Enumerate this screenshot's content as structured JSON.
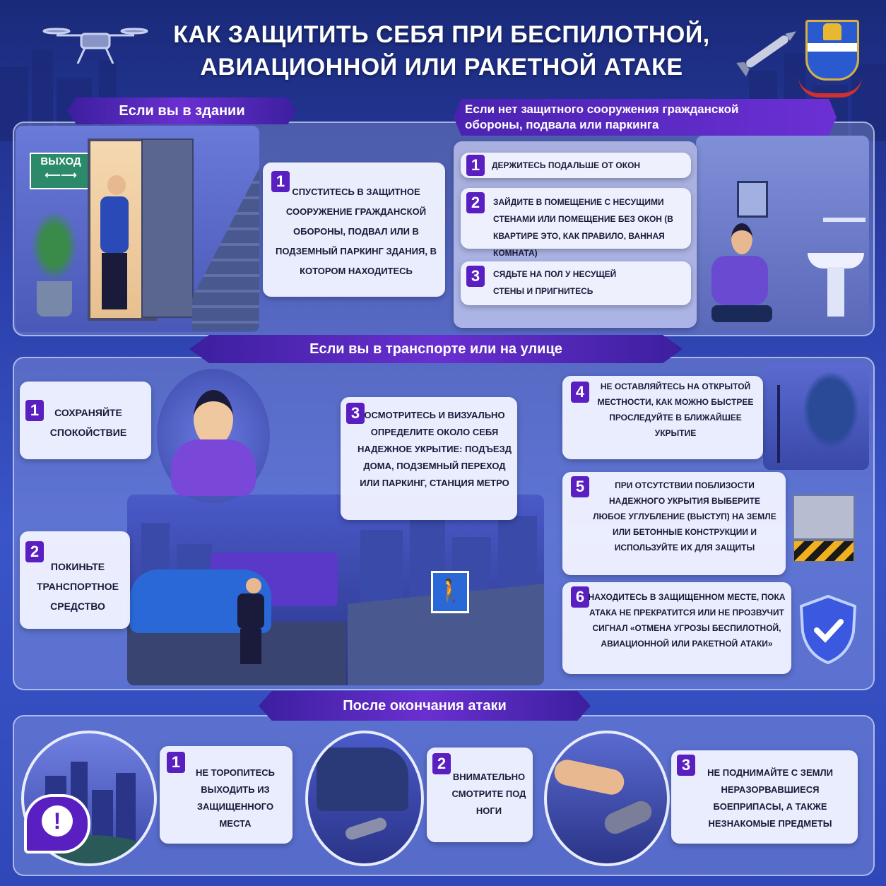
{
  "title_line1": "КАК ЗАЩИТИТЬ СЕБЯ ПРИ БЕСПИЛОТНОЙ,",
  "title_line2": "АВИАЦИОННОЙ ИЛИ РАКЕТНОЙ АТАКЕ",
  "exit_sign": "ВЫХОД",
  "section_building": {
    "title": "Если вы в здании",
    "step": {
      "num": "1",
      "text": "СПУСТИТЕСЬ В ЗАЩИТНОЕ СООРУЖЕНИЕ ГРАЖДАНСКОЙ ОБОРОНЫ, ПОДВАЛ ИЛИ В ПОДЗЕМНЫЙ ПАРКИНГ ЗДАНИЯ, В КОТОРОМ НАХОДИТЕСЬ"
    }
  },
  "section_noshelter": {
    "title_line1": "Если нет защитного сооружения гражданской",
    "title_line2": "обороны, подвала или паркинга",
    "steps": [
      {
        "num": "1",
        "text": "ДЕРЖИТЕСЬ ПОДАЛЬШЕ ОТ ОКОН"
      },
      {
        "num": "2",
        "text": "ЗАЙДИТЕ В ПОМЕЩЕНИЕ С НЕСУЩИМИ СТЕНАМИ ИЛИ ПОМЕЩЕНИЕ БЕЗ ОКОН (В КВАРТИРЕ ЭТО, КАК ПРАВИЛО, ВАННАЯ КОМНАТА)"
      },
      {
        "num": "3",
        "text": "СЯДЬТЕ НА ПОЛ У НЕСУЩЕЙ СТЕНЫ И ПРИГНИТЕСЬ"
      }
    ]
  },
  "section_street": {
    "title": "Если вы в транспорте или на улице",
    "steps": [
      {
        "num": "1",
        "text": "СОХРАНЯЙТЕ СПОКОЙСТВИЕ"
      },
      {
        "num": "2",
        "text": "ПОКИНЬТЕ ТРАНСПОРТНОЕ СРЕДСТВО"
      },
      {
        "num": "3",
        "text": "ОСМОТРИТЕСЬ И ВИЗУАЛЬНО ОПРЕДЕЛИТЕ ОКОЛО СЕБЯ НАДЕЖНОЕ УКРЫТИЕ: ПОДЪЕЗД ДОМА, ПОДЗЕМНЫЙ ПЕРЕХОД ИЛИ ПАРКИНГ, СТАНЦИЯ МЕТРО"
      },
      {
        "num": "4",
        "text": "НЕ ОСТАВЛЯЙТЕСЬ НА ОТКРЫТОЙ МЕСТНОСТИ, КАК МОЖНО БЫСТРЕЕ ПРОСЛЕДУЙТЕ В БЛИЖАЙШЕЕ УКРЫТИЕ"
      },
      {
        "num": "5",
        "text": "ПРИ ОТСУТСТВИИ ПОБЛИЗОСТИ НАДЕЖНОГО УКРЫТИЯ ВЫБЕРИТЕ ЛЮБОЕ УГЛУБЛЕНИЕ (ВЫСТУП) НА ЗЕМЛЕ ИЛИ БЕТОННЫЕ КОНСТРУКЦИИ И ИСПОЛЬЗУЙТЕ ИХ ДЛЯ ЗАЩИТЫ"
      },
      {
        "num": "6",
        "text": "НАХОДИТЕСЬ В ЗАЩИЩЕННОМ МЕСТЕ, ПОКА АТАКА НЕ ПРЕКРАТИТСЯ ИЛИ НЕ ПРОЗВУЧИТ СИГНАЛ «ОТМЕНА УГРОЗЫ БЕСПИЛОТНОЙ, АВИАЦИОННОЙ ИЛИ РАКЕТНОЙ АТАКИ»"
      }
    ]
  },
  "section_after": {
    "title": "После окончания атаки",
    "steps": [
      {
        "num": "1",
        "text": "НЕ ТОРОПИТЕСЬ ВЫХОДИТЬ ИЗ ЗАЩИЩЕННОГО МЕСТА"
      },
      {
        "num": "2",
        "text": "ВНИМАТЕЛЬНО СМОТРИТЕ ПОД НОГИ"
      },
      {
        "num": "3",
        "text": "НЕ ПОДНИМАЙТЕ С ЗЕМЛИ НЕРАЗОРВАВШИЕСЯ БОЕПРИПАСЫ, А ТАКЖЕ НЕЗНАКОМЫЕ ПРЕДМЕТЫ"
      }
    ]
  },
  "colors": {
    "accent": "#5a1fc0",
    "background": "#2a3ea8",
    "card": "#f0f2ff"
  }
}
